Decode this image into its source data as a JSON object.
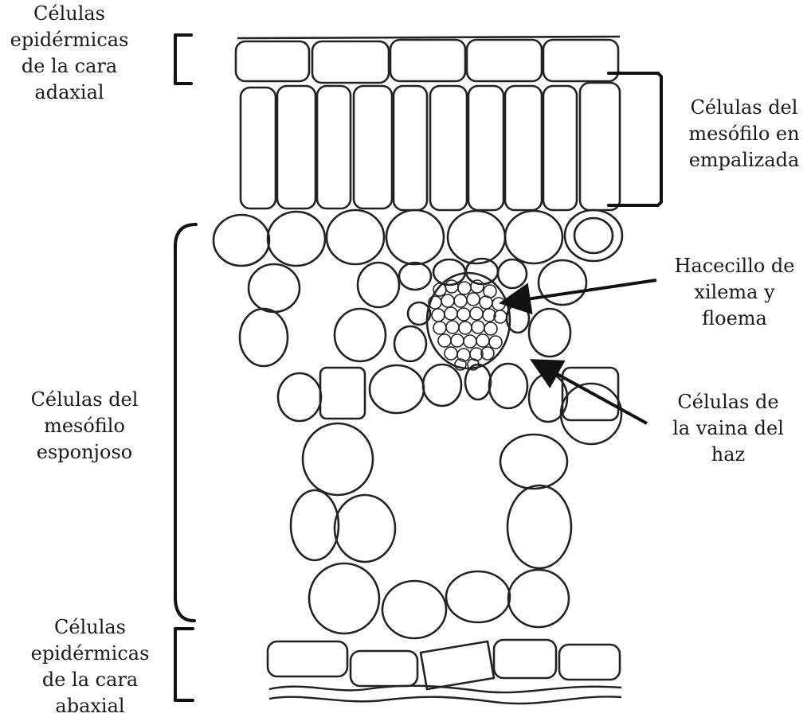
{
  "labels": {
    "adaxial_epidermis": [
      "Células",
      "epidérmicas",
      "de la cara",
      "adaxial"
    ],
    "palisade_mesophyll": [
      "Células del",
      "mesófilo en",
      "empalizada"
    ],
    "vascular_bundle": [
      "Hacecillo de",
      "xilema y",
      "floema"
    ],
    "spongy_mesophyll": [
      "Células del",
      "mesófilo",
      "esponjoso"
    ],
    "bundle_sheath": [
      "Células de",
      "la vaina del",
      "haz"
    ],
    "abaxial_epidermis": [
      "Células",
      "epidérmicas",
      "de la cara",
      "abaxial"
    ]
  }
}
